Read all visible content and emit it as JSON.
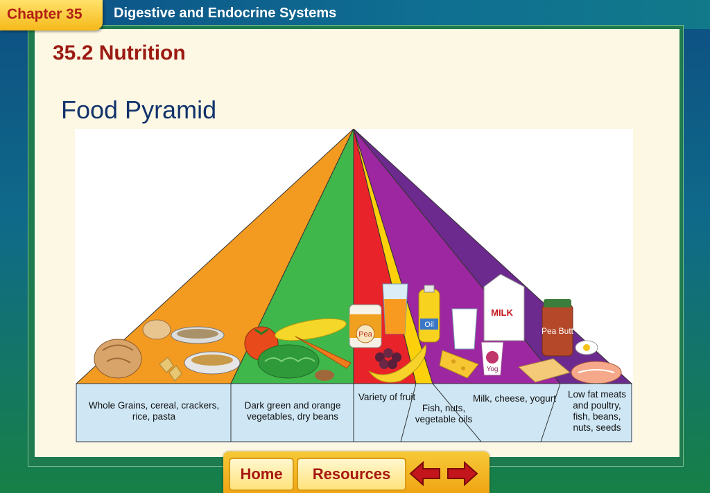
{
  "header": {
    "chapter": "Chapter 35",
    "title": "Digestive and Endocrine Systems"
  },
  "slide": {
    "section": "35.2 Nutrition",
    "title": "Food Pyramid"
  },
  "pyramid": {
    "bands": [
      {
        "name": "grains",
        "color": "#f39a21",
        "label": "Whole Grains, cereal, crackers, rice, pasta"
      },
      {
        "name": "vegetables",
        "color": "#3fb74b",
        "label": "Dark green and orange vegetables, dry beans"
      },
      {
        "name": "fruits",
        "color": "#e8232a",
        "label": "Variety of fruit"
      },
      {
        "name": "oils",
        "color": "#fcd10b",
        "label": "Fish, nuts, vegetable oils"
      },
      {
        "name": "milk",
        "color": "#9c27a0",
        "label": "Milk, cheese, yogurt"
      },
      {
        "name": "meat",
        "color": "#6c2a8e",
        "label": "Low fat meats and poultry, fish, beans, nuts, seeds"
      }
    ],
    "food_text": {
      "milk_carton": "MILK",
      "oil_bottle": "Oil",
      "pea_can": "Pea",
      "peanut_butter": "Pea Butt",
      "yogurt": "Yog"
    }
  },
  "nav": {
    "home": "Home",
    "resources": "Resources",
    "back_icon": "left-arrow-icon",
    "forward_icon": "right-arrow-icon",
    "accent_color": "#c3161c"
  }
}
